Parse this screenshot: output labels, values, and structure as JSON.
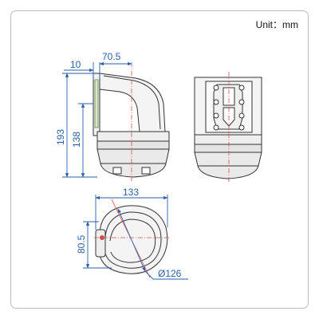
{
  "unit_label": "Unit：mm",
  "dimensions": {
    "front_offset": "10",
    "front_depth": "70.5",
    "total_height": "193",
    "upper_height": "138",
    "bottom_width": "133",
    "bottom_depth": "80.5",
    "dome_diameter": "Ø126"
  },
  "colors": {
    "dimension": "#2a5fa8",
    "outline": "#333333",
    "centerline": "#e04a4a",
    "frame": "#bdbdbd"
  }
}
